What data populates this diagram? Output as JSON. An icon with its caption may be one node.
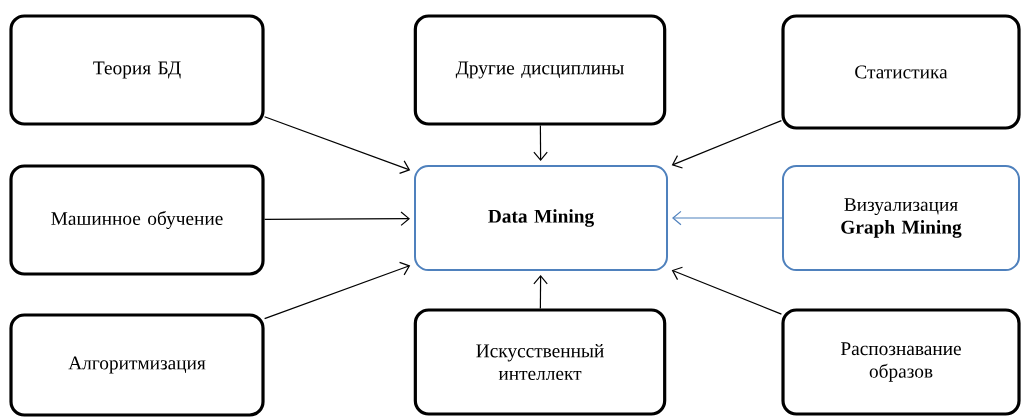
{
  "diagram": {
    "nodes": [
      {
        "text": [
          "Теория БД"
        ]
      },
      {
        "text": [
          "Другие дисциплины"
        ]
      },
      {
        "text": [
          "Статистика"
        ]
      },
      {
        "text": [
          "Машинное обучение"
        ]
      },
      {
        "text": [
          "Data Mining"
        ]
      },
      {
        "text": [
          "Визуализация",
          "Graph Mining"
        ]
      },
      {
        "text": [
          "Алгоритмизация"
        ]
      },
      {
        "text": [
          "Искусственный интеллект"
        ]
      },
      {
        "text": [
          "Распознавание образов"
        ]
      }
    ],
    "edges": [
      {
        "from": 0,
        "to": 4,
        "arrow": "to"
      },
      {
        "from": 1,
        "to": 4,
        "arrow": "to"
      },
      {
        "from": 2,
        "to": 4,
        "arrow": "to"
      },
      {
        "from": 3,
        "to": 4,
        "arrow": "to"
      },
      {
        "from": 5,
        "to": 4,
        "arrow": "to",
        "color": "#4f81bd"
      },
      {
        "from": 6,
        "to": 4,
        "arrow": "to"
      },
      {
        "from": 7,
        "to": 4,
        "arrow": "to"
      },
      {
        "from": 8,
        "to": 4,
        "arrow": "to"
      }
    ]
  }
}
